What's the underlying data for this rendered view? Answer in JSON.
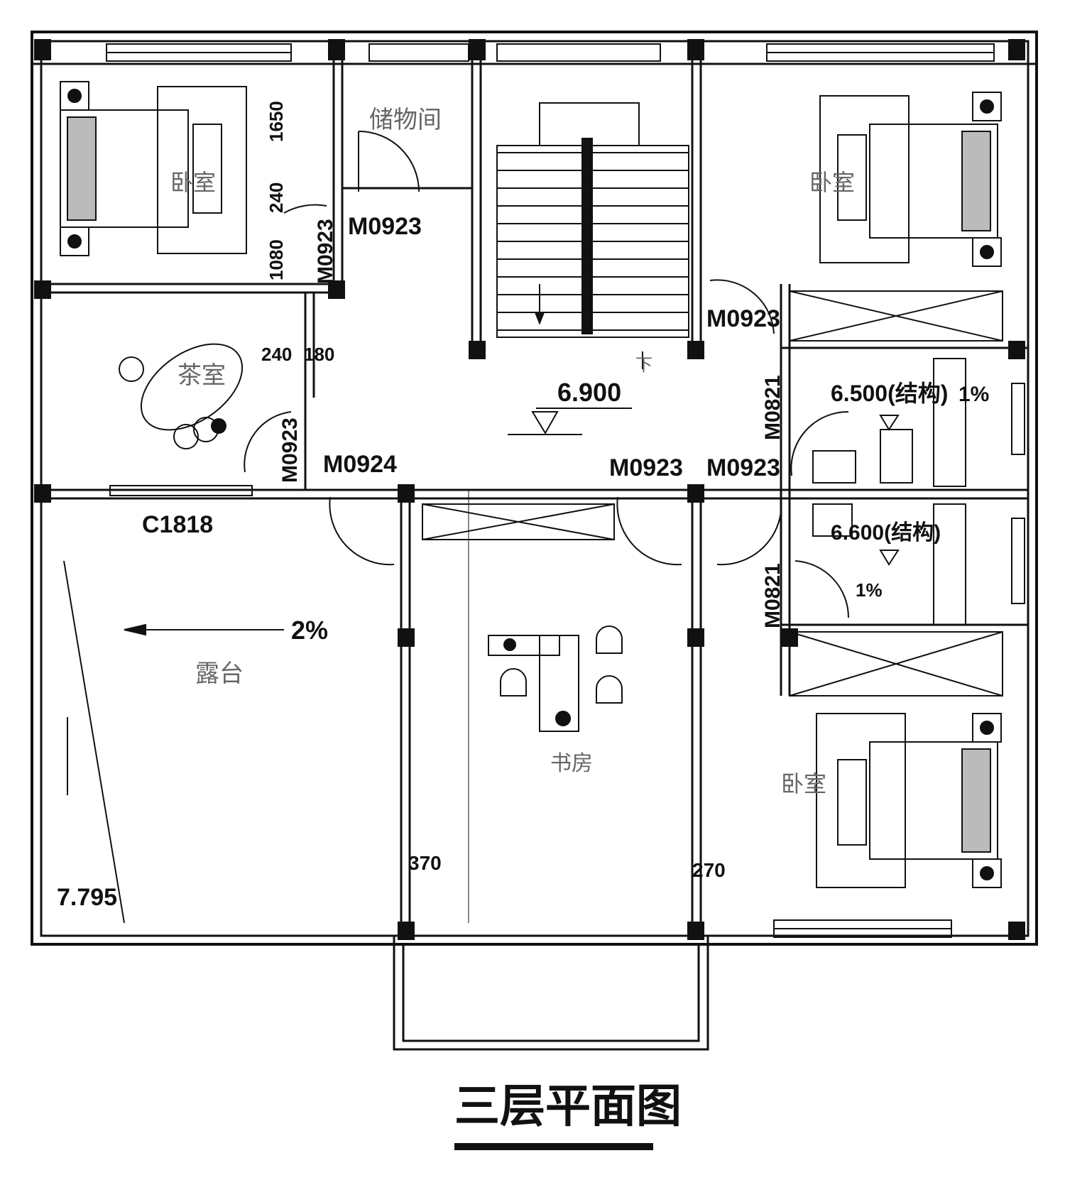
{
  "title": "三层平面图",
  "rooms": {
    "bedroom_nw": "卧室",
    "storage": "储物间",
    "bedroom_ne": "卧室",
    "tea_room": "茶室",
    "terrace": "露台",
    "study": "书房",
    "bedroom_se": "卧室"
  },
  "levels": {
    "hall": "6.900",
    "bath_upper": "6.500(结构)",
    "bath_lower": "6.600(结构)",
    "terrace": "7.795"
  },
  "slopes": {
    "terrace": "2%",
    "bath": "1%",
    "bath_lower": "1%"
  },
  "door_codes": {
    "storage": "M0923",
    "nw_bedroom": "M0923",
    "ne_bedroom": "M0923",
    "tea": "M0923",
    "terrace": "M0924",
    "study_left": "M0923",
    "study_right": "M0923",
    "bath_upper": "M0821",
    "bath_lower": "M0821"
  },
  "window_codes": {
    "tea": "C1818"
  },
  "dimensions": {
    "d1650": "1650",
    "d240a": "240",
    "d1080": "1080",
    "d240b": "240",
    "d180": "180",
    "d370": "370",
    "d270": "270"
  },
  "stair_mark": "下"
}
